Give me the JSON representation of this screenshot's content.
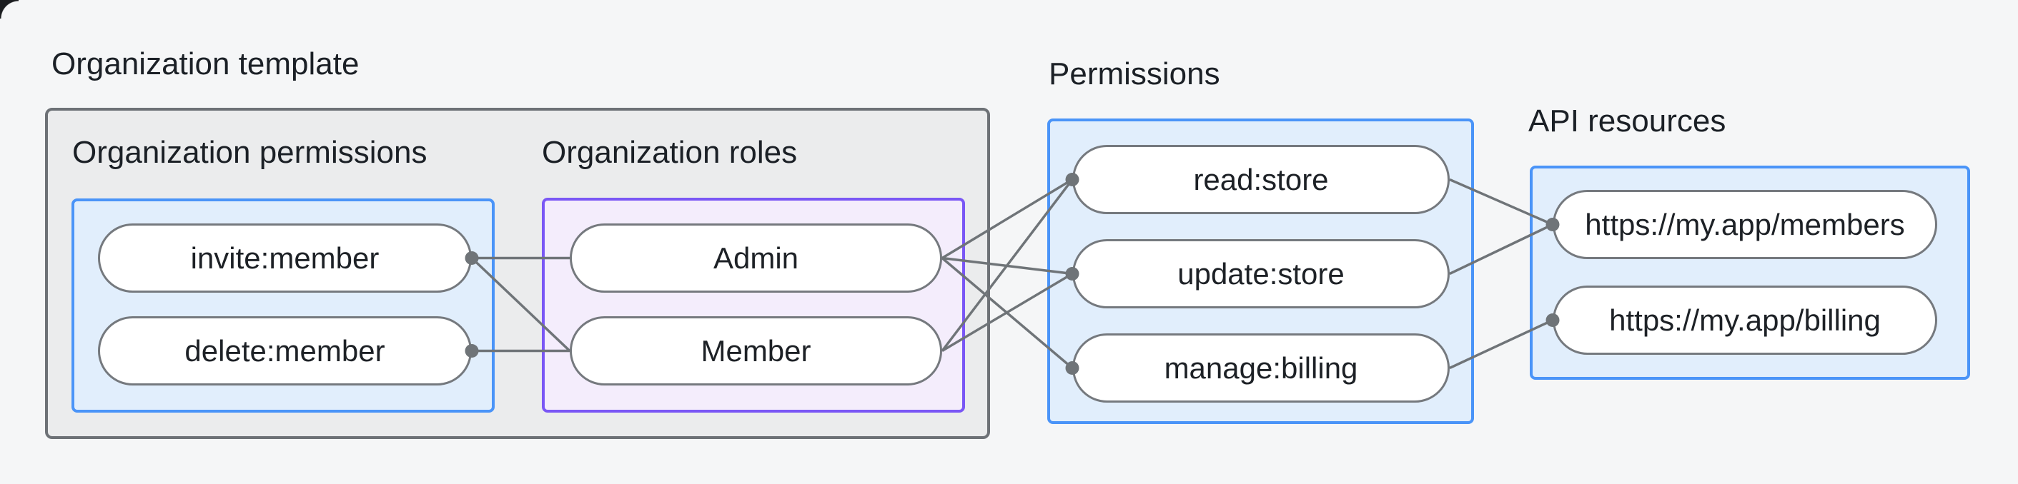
{
  "page": {
    "background": "#f5f6f7"
  },
  "groups": {
    "template": {
      "label": "Organization template"
    },
    "org_permissions": {
      "label": "Organization permissions",
      "pills": [
        "invite:member",
        "delete:member"
      ]
    },
    "org_roles": {
      "label": "Organization roles",
      "pills": [
        "Admin",
        "Member"
      ]
    },
    "permissions": {
      "label": "Permissions",
      "pills": [
        "read:store",
        "update:store",
        "manage:billing"
      ]
    },
    "api_resources": {
      "label": "API resources",
      "pills": [
        "https://my.app/members",
        "https://my.app/billing"
      ]
    }
  },
  "colors": {
    "gray_box_border": "#6d7176",
    "gray_box_fill": "#ebeced",
    "blue_box_border": "#4a94f8",
    "blue_box_fill": "#e1eefc",
    "purple_box_border": "#7a57f5",
    "purple_box_fill": "#f4edfc",
    "pill_border": "#75797e",
    "line": "#6f7478",
    "dot": "#6f7478",
    "text": "#1b2026"
  },
  "edges": [
    {
      "from": "invite_r",
      "to": "admin_l"
    },
    {
      "from": "invite_r",
      "to": "member_l"
    },
    {
      "from": "delete_r",
      "to": "member_l"
    },
    {
      "from": "admin_r",
      "to": "read_l"
    },
    {
      "from": "admin_r",
      "to": "update_l"
    },
    {
      "from": "admin_r",
      "to": "manage_l"
    },
    {
      "from": "member_r",
      "to": "read_l"
    },
    {
      "from": "member_r",
      "to": "update_l"
    },
    {
      "from": "read_r",
      "to": "members_l"
    },
    {
      "from": "update_r",
      "to": "members_l"
    },
    {
      "from": "manage_r",
      "to": "billing_l"
    }
  ],
  "dots": [
    "invite_r",
    "delete_r",
    "read_l",
    "update_l",
    "manage_l",
    "members_l",
    "billing_l"
  ]
}
